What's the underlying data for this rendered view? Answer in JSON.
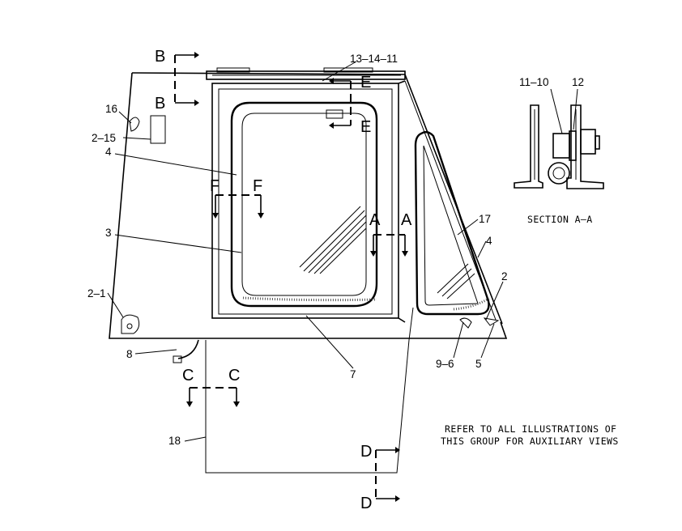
{
  "callouts": {
    "c_13_14_11": "13–14–11",
    "c_16": "16",
    "c_2_15": "2–15",
    "c_4_left": "4",
    "c_3": "3",
    "c_2_1": "2–1",
    "c_8": "8",
    "c_18": "18",
    "c_7": "7",
    "c_17": "17",
    "c_4_right": "4",
    "c_2": "2",
    "c_9_6": "9–6",
    "c_5": "5",
    "c_11_10": "11–10",
    "c_12": "12"
  },
  "section_letters": {
    "b_top": "B",
    "b_bottom": "B",
    "e_top": "E",
    "e_bottom": "E",
    "f_left": "F",
    "f_right": "F",
    "a_left": "A",
    "a_right": "A",
    "c_left": "C",
    "c_right": "C",
    "d_top": "D",
    "d_bottom": "D"
  },
  "section_title": "SECTION A–A",
  "note": {
    "line1": "REFER TO ALL ILLUSTRATIONS OF",
    "line2": "THIS GROUP FOR AUXILIARY VIEWS"
  }
}
